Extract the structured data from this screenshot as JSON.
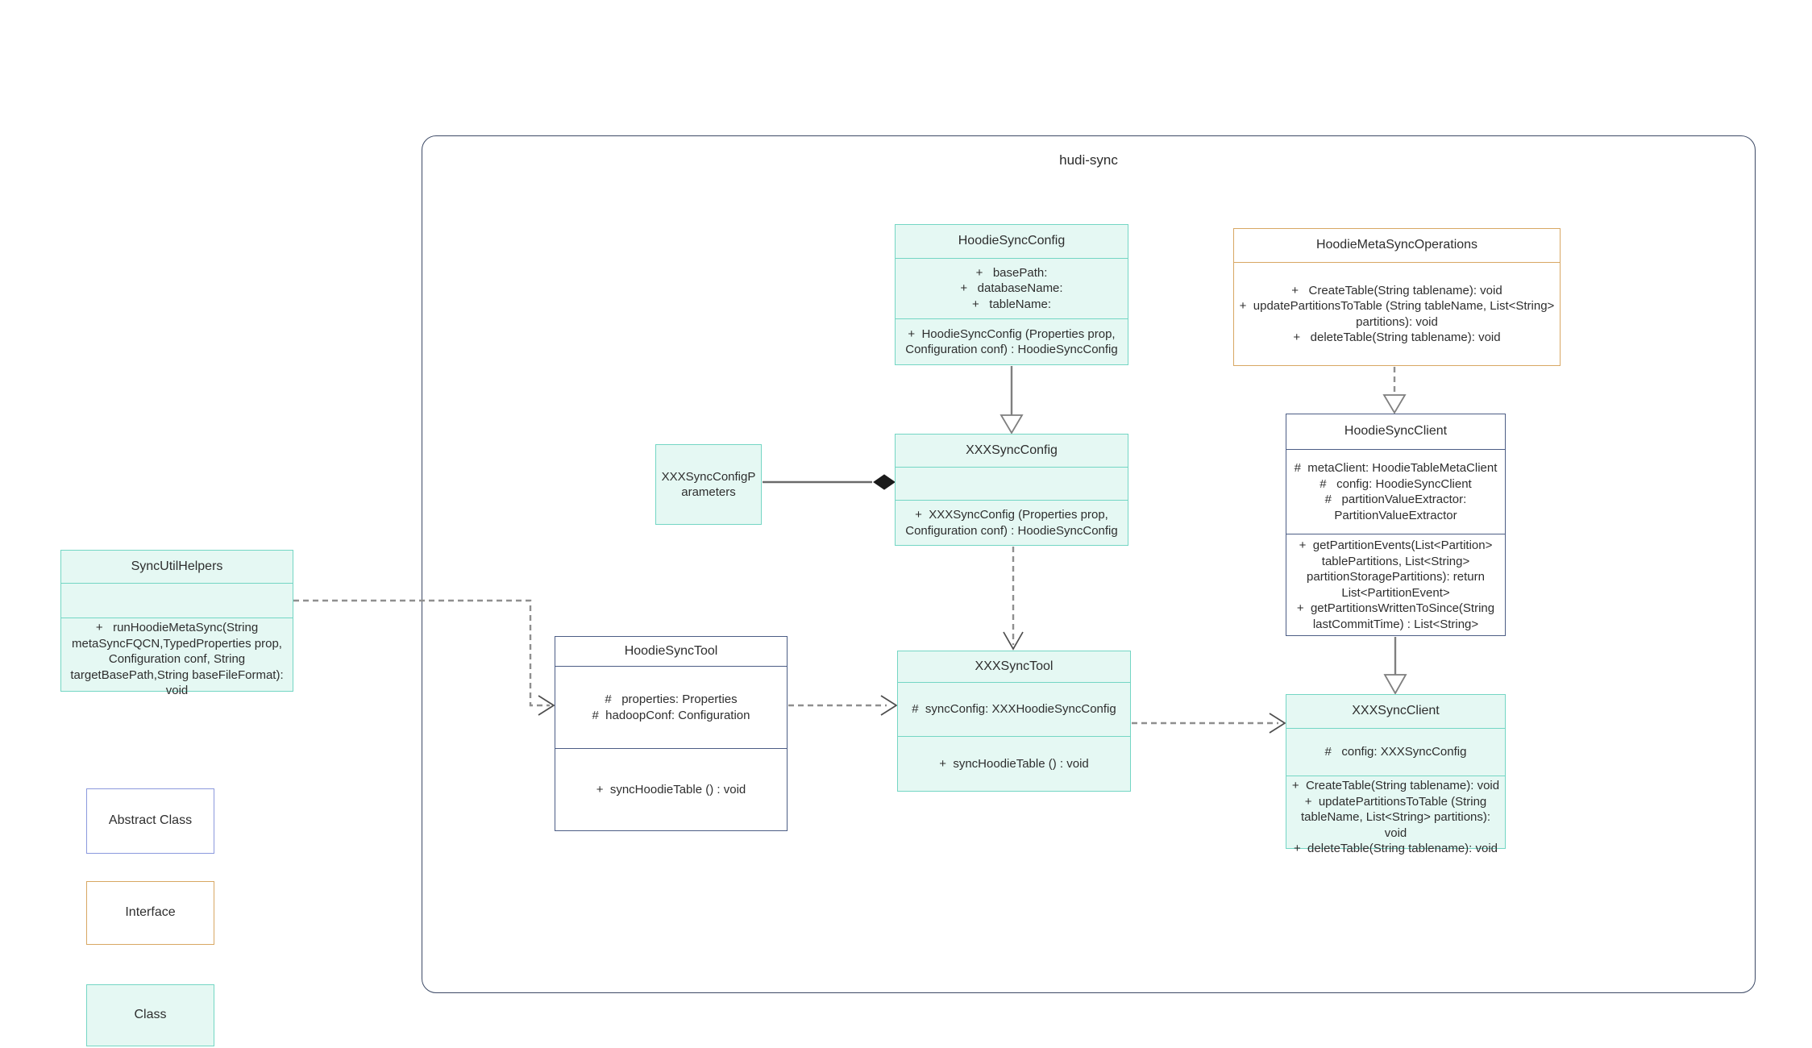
{
  "diagram": {
    "container_label": "hudi-sync",
    "classes": {
      "hoodieSyncConfig": {
        "title": "HoodieSyncConfig",
        "attrs": [
          "+   basePath:",
          "+   databaseName:",
          "+   tableName:"
        ],
        "methods": [
          "+  HoodieSyncConfig (Properties prop, Configuration conf) : HoodieSyncConfig"
        ]
      },
      "hoodieMetaSyncOperations": {
        "title": "HoodieMetaSyncOperations",
        "methods": [
          "+   CreateTable(String tablename): void",
          "+  updatePartitionsToTable (String tableName, List<String> partitions): void",
          "+   deleteTable(String tablename): void"
        ]
      },
      "xxxSyncConfig": {
        "title": "XXXSyncConfig",
        "methods": [
          "+  XXXSyncConfig (Properties prop, Configuration conf) : HoodieSyncConfig"
        ]
      },
      "xxxSyncConfigParameters": {
        "title": "XXXSyncConfigParameters"
      },
      "hoodieSyncClient": {
        "title": "HoodieSyncClient",
        "attrs": [
          "#  metaClient: HoodieTableMetaClient",
          "#   config: HoodieSyncClient",
          "#   partitionValueExtractor: PartitionValueExtractor"
        ],
        "methods": [
          "+  getPartitionEvents(List<Partition> tablePartitions, List<String> partitionStoragePartitions): return List<PartitionEvent>",
          "+  getPartitionsWrittenToSince(String lastCommitTime) : List<String>"
        ]
      },
      "syncUtilHelpers": {
        "title": "SyncUtilHelpers",
        "methods": [
          "+   runHoodieMetaSync(String metaSyncFQCN,TypedProperties prop, Configuration conf, String targetBasePath,String baseFileFormat): void"
        ]
      },
      "hoodieSyncTool": {
        "title": "HoodieSyncTool",
        "attrs": [
          "#   properties: Properties",
          "#  hadoopConf: Configuration"
        ],
        "methods": [
          "+  syncHoodieTable () : void"
        ]
      },
      "xxxSyncTool": {
        "title": "XXXSyncTool",
        "attrs": [
          "#  syncConfig: XXXHoodieSyncConfig"
        ],
        "methods": [
          "+  syncHoodieTable () : void"
        ]
      },
      "xxxSyncClient": {
        "title": "XXXSyncClient",
        "attrs": [
          "#   config: XXXSyncConfig"
        ],
        "methods": [
          "+  CreateTable(String tablename): void",
          "+  updatePartitionsToTable (String tableName, List<String> partitions): void",
          "+  deleteTable(String tablename): void"
        ]
      }
    },
    "legend": {
      "abstract_class": "Abstract Class",
      "interface": "Interface",
      "class": "Class"
    },
    "relationships": [
      {
        "from": "HoodieSyncConfig",
        "to": "XXXSyncConfig",
        "type": "generalization-solid-hollow-arrow"
      },
      {
        "from": "HoodieMetaSyncOperations",
        "to": "HoodieSyncClient",
        "type": "realization-dashed-hollow-arrow"
      },
      {
        "from": "XXXSyncConfig",
        "to": "XXXSyncTool",
        "type": "dependency-dashed-open-arrow"
      },
      {
        "from": "HoodieSyncClient",
        "to": "XXXSyncClient",
        "type": "generalization-solid-hollow-arrow"
      },
      {
        "from": "XXXSyncConfigParameters",
        "to": "XXXSyncConfig",
        "type": "composition-solid-filled-diamond"
      },
      {
        "from": "SyncUtilHelpers",
        "to": "HoodieSyncTool",
        "type": "dependency-dashed-open-arrow"
      },
      {
        "from": "HoodieSyncTool",
        "to": "XXXSyncTool",
        "type": "dependency-dashed-open-arrow"
      },
      {
        "from": "XXXSyncTool",
        "to": "XXXSyncClient",
        "type": "dependency-dashed-open-arrow"
      }
    ],
    "colors": {
      "class_fill": "#e5f8f3",
      "class_border": "#74d6c4",
      "abstract_border": "#4c5d85",
      "legend_abstract_border": "#8b99dd",
      "interface_border": "#d8a763",
      "container_border": "#3d4a66",
      "connector_gray": "#7f7f7f",
      "text": "#2e2e2e"
    }
  }
}
